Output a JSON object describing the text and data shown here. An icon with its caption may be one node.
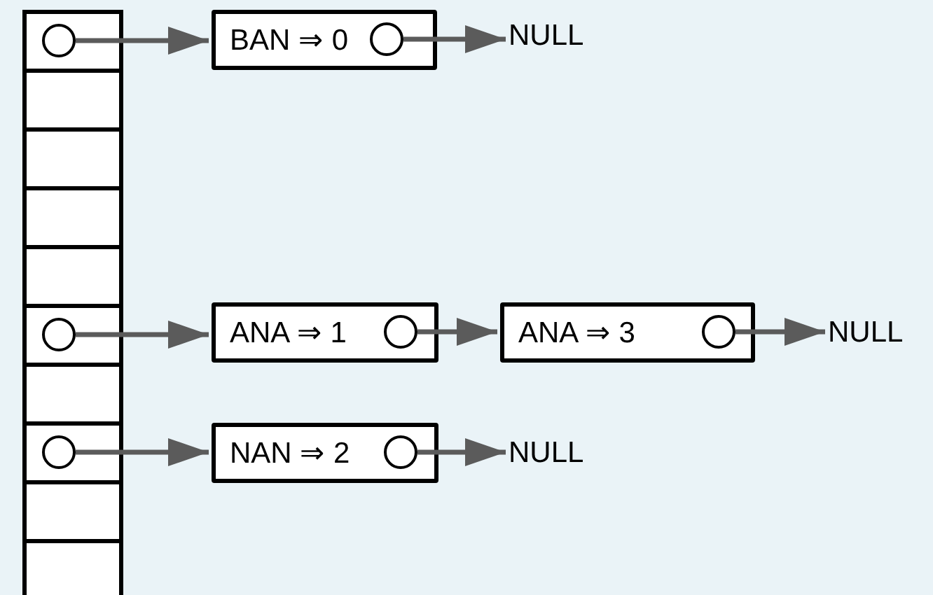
{
  "diagram": {
    "nodes": [
      {
        "text": [],
        "shape": "box"
      },
      {
        "text": [],
        "shape": "box"
      },
      {
        "text": [],
        "shape": "box"
      },
      {
        "text": [],
        "shape": "box"
      },
      {
        "text": [],
        "shape": "box"
      },
      {
        "text": [],
        "shape": "box"
      },
      {
        "text": [],
        "shape": "box"
      },
      {
        "text": [],
        "shape": "box"
      },
      {
        "text": [],
        "shape": "box"
      },
      {
        "text": [],
        "shape": "box"
      },
      {
        "text": [],
        "shape": "circle",
        "in": 0
      },
      {
        "text": [],
        "shape": "circle",
        "in": 5
      },
      {
        "text": [],
        "shape": "circle",
        "in": 7
      },
      {
        "text": [
          "BAN ⇒ 0"
        ]
      },
      {
        "text": [],
        "shape": "circle",
        "in": 13
      },
      {
        "text": [
          "NULL"
        ]
      },
      {
        "text": [
          "ANA ⇒ 1"
        ]
      },
      {
        "text": [],
        "shape": "circle",
        "in": 16
      },
      {
        "text": [
          "ANA ⇒ 3"
        ]
      },
      {
        "text": [],
        "shape": "circle",
        "in": 18
      },
      {
        "text": [
          "NULL"
        ]
      },
      {
        "text": [
          "NAN ⇒ 2"
        ]
      },
      {
        "text": [],
        "shape": "circle",
        "in": 21
      },
      {
        "text": [
          "NULL"
        ]
      }
    ],
    "edges": [
      {
        "from": 10,
        "to": 13,
        "arrow": "to"
      },
      {
        "from": 14,
        "to": 15,
        "arrow": "to"
      },
      {
        "from": 11,
        "to": 16,
        "arrow": "to"
      },
      {
        "from": 17,
        "to": 18,
        "arrow": "to"
      },
      {
        "from": 19,
        "to": 20,
        "arrow": "to"
      },
      {
        "from": 12,
        "to": 21,
        "arrow": "to"
      },
      {
        "from": 22,
        "to": 23,
        "arrow": "to"
      }
    ]
  }
}
